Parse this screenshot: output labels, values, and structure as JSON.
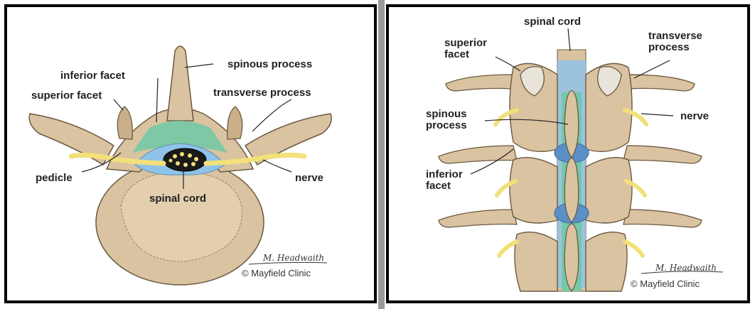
{
  "panel_left": {
    "labels": {
      "spinous_process": "spinous process",
      "inferior_facet": "inferior facet",
      "superior_facet": "superior facet",
      "transverse_process": "transverse process",
      "pedicle": "pedicle",
      "spinal_cord": "spinal cord",
      "nerve": "nerve"
    },
    "signature": "M. Headwaith",
    "credit": "© Mayfield Clinic"
  },
  "panel_right": {
    "labels": {
      "spinal_cord": "spinal cord",
      "superior_facet_line1": "superior",
      "superior_facet_line2": "facet",
      "transverse_process_line1": "transverse",
      "transverse_process_line2": "process",
      "spinous_process_line1": "spinous",
      "spinous_process_line2": "process",
      "nerve": "nerve",
      "inferior_facet_line1": "inferior",
      "inferior_facet_line2": "facet"
    },
    "signature": "M. Headwaith",
    "credit": "© Mayfield Clinic"
  },
  "colors": {
    "bone": "#d9c3a0",
    "bone_shade": "#b9a07a",
    "green": "#6fc9a6",
    "blue": "#8fc3e8",
    "nerve": "#f2e07a",
    "outline": "#6b5840"
  }
}
